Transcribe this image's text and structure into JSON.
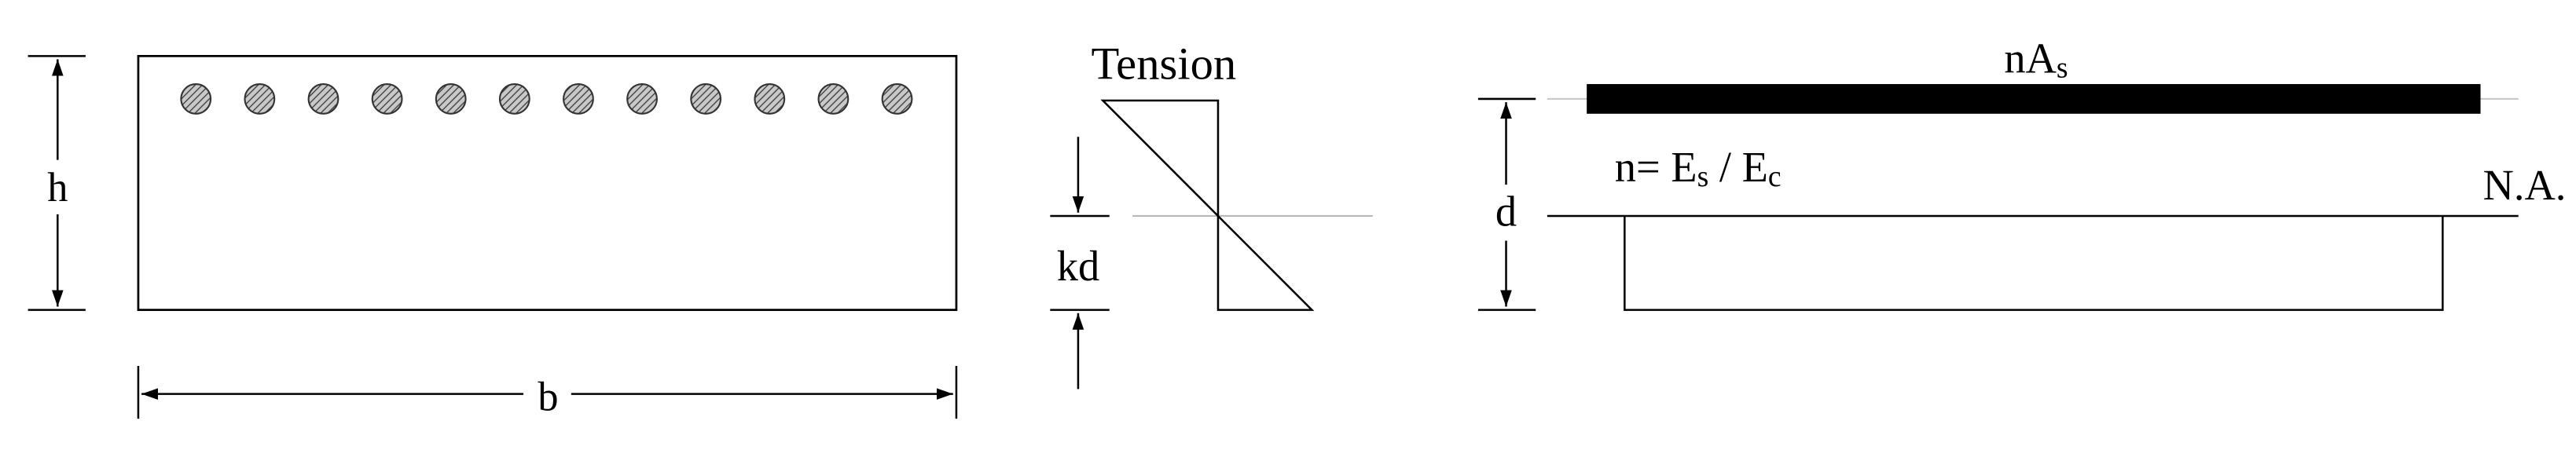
{
  "section": {
    "bar_count": 12,
    "height_label": "h",
    "width_label": "b"
  },
  "stress_diagram": {
    "tension_label": "Tension",
    "depth_label": "kd"
  },
  "transformed_section": {
    "steel_label": "nA",
    "steel_subscript": "s",
    "depth_label": "d",
    "ratio_prefix": "n= E",
    "ratio_sub1": "s",
    "ratio_mid": " / E",
    "ratio_sub2": "c",
    "neutral_axis_label": "N.A."
  }
}
